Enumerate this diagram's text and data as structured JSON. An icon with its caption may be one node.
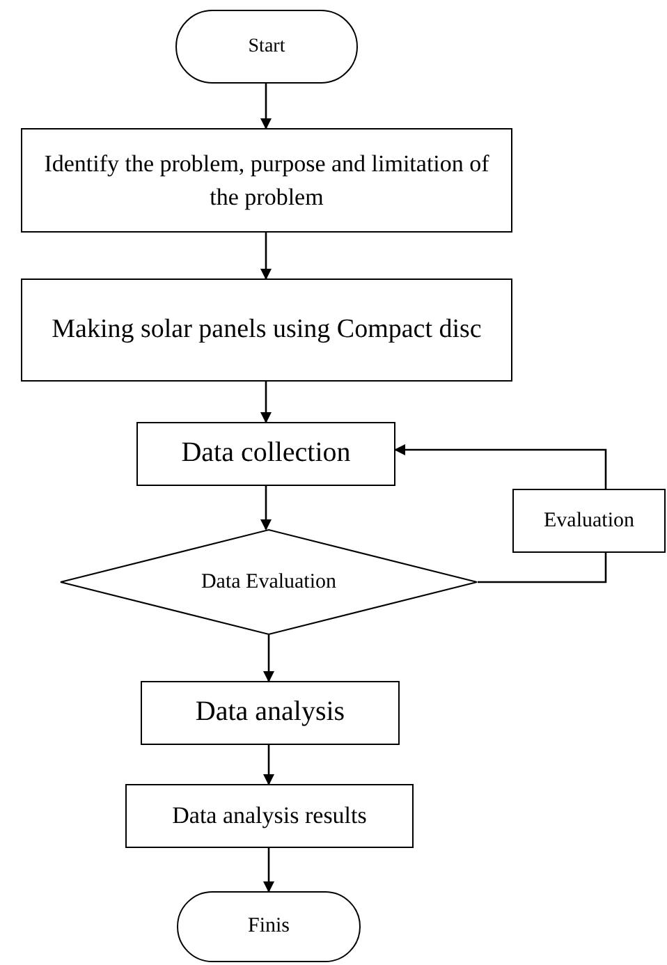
{
  "diagram": {
    "nodes": [
      {
        "text": [
          "Start"
        ]
      },
      {
        "text": [
          "Identify the problem, purpose and limitation of the problem"
        ]
      },
      {
        "text": [
          "Making solar panels using Compact disc"
        ]
      },
      {
        "text": [
          "Data collection"
        ]
      },
      {
        "text": [
          "Data Evaluation"
        ]
      },
      {
        "text": [
          "Evaluation"
        ]
      },
      {
        "text": [
          "Data analysis"
        ]
      },
      {
        "text": [
          "Data analysis results"
        ]
      },
      {
        "text": [
          "Finis"
        ]
      }
    ],
    "edges": [
      {
        "from": 0,
        "to": 1,
        "arrow": "to"
      },
      {
        "from": 1,
        "to": 2,
        "arrow": "to"
      },
      {
        "from": 2,
        "to": 3,
        "arrow": "to"
      },
      {
        "from": 3,
        "to": 4,
        "arrow": "to"
      },
      {
        "from": 4,
        "to": 5,
        "arrow": "none"
      },
      {
        "from": 5,
        "to": 3,
        "arrow": "to"
      },
      {
        "from": 4,
        "to": 6,
        "arrow": "to"
      },
      {
        "from": 6,
        "to": 7,
        "arrow": "to"
      },
      {
        "from": 7,
        "to": 8,
        "arrow": "to"
      }
    ]
  }
}
